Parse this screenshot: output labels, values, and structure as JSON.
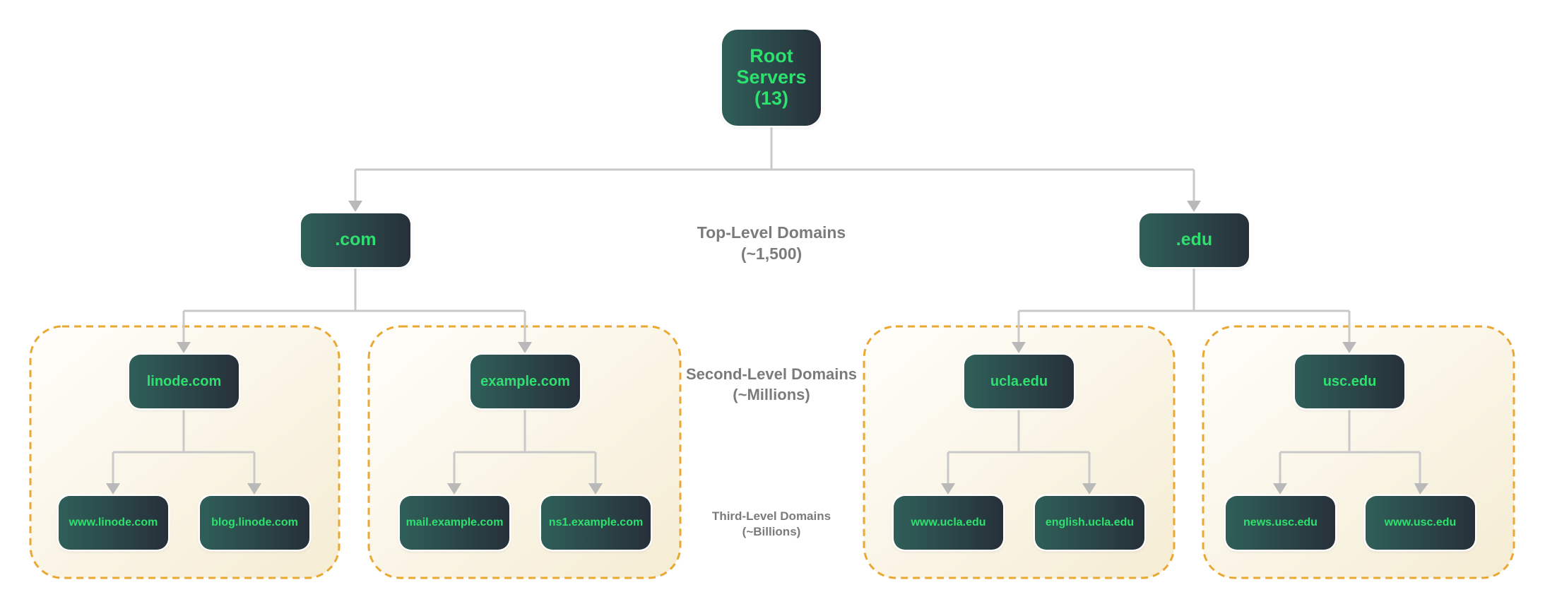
{
  "diagram": {
    "root": {
      "label": "Root Servers (13)"
    },
    "tlds": [
      {
        "label": ".com"
      },
      {
        "label": ".edu"
      }
    ],
    "second_level": [
      {
        "label": "linode.com"
      },
      {
        "label": "example.com"
      },
      {
        "label": "ucla.edu"
      },
      {
        "label": "usc.edu"
      }
    ],
    "third_level": [
      {
        "label": "www.linode.com"
      },
      {
        "label": "blog.linode.com"
      },
      {
        "label": "mail.example.com"
      },
      {
        "label": "ns1.example.com"
      },
      {
        "label": "www.ucla.edu"
      },
      {
        "label": "english.ucla.edu"
      },
      {
        "label": "news.usc.edu"
      },
      {
        "label": "www.usc.edu"
      }
    ],
    "levels": [
      {
        "title": "Top-Level Domains",
        "count": "(~1,500)"
      },
      {
        "title": "Second-Level Domains",
        "count": "(~Millions)"
      },
      {
        "title": "Third-Level Domains",
        "count": "(~Billions)"
      }
    ],
    "colors": {
      "node_text_green": "#2ee06e",
      "node_gradient_left": "#2f5f59",
      "node_gradient_right": "#27303a",
      "connector_line": "#c9c9c9",
      "arrowhead": "#b9b9b9",
      "group_border": "#e9a832",
      "group_fill_light": "#fffefb",
      "group_fill_dark": "#f5ecd3",
      "level_label_text": "#7b7b7b",
      "background": "#ffffff"
    }
  }
}
